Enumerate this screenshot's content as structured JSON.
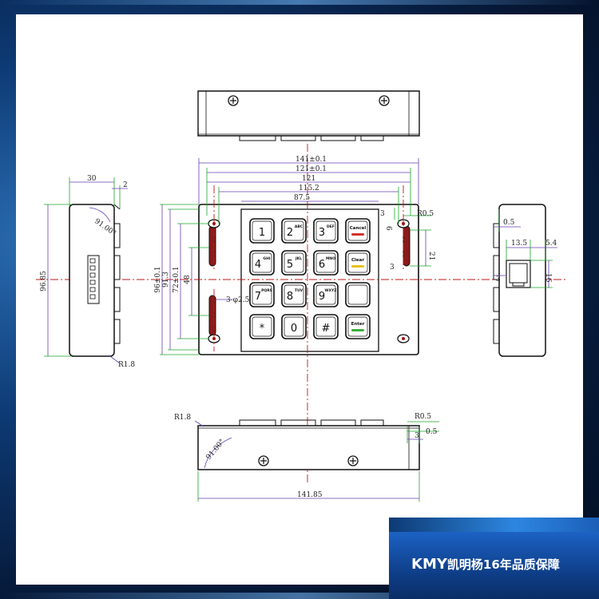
{
  "dims": {
    "d141": "141±0.1",
    "d121": "121±0.1",
    "d121b": "121",
    "d115": "115.2",
    "d87": "87.5",
    "d96": "96±0.1",
    "d91": "91.3",
    "d72": "72±0.1",
    "d48": "48",
    "d30": "30",
    "d2": "2",
    "d9685": "96.85",
    "dR18a": "R1.8",
    "dR18b": "R1.8",
    "dR05a": "R0.5",
    "dR05b": "R0.5",
    "d3": "3",
    "d3b": "3",
    "d21": "21",
    "d6": "6",
    "d3phi": "3-φ2.5",
    "d05": "0.5",
    "d135": "13.5",
    "d54": "5.4",
    "d16": "16",
    "d3c": "3",
    "d14185": "141.85",
    "d05b": "0.5",
    "d3d": "3",
    "dang1": "91.00°",
    "dang2": "91.00°"
  },
  "keys": [
    {
      "main": "1",
      "sub": "",
      "bar": ""
    },
    {
      "main": "2",
      "sub": "ABC",
      "bar": ""
    },
    {
      "main": "3",
      "sub": "DEF",
      "bar": ""
    },
    {
      "main": "",
      "sub": "Cancel",
      "bar": "#d0342c"
    },
    {
      "main": "4",
      "sub": "GHI",
      "bar": ""
    },
    {
      "main": "5",
      "sub": "JKL",
      "bar": ""
    },
    {
      "main": "6",
      "sub": "MNO",
      "bar": ""
    },
    {
      "main": "",
      "sub": "Clear",
      "bar": "#e8c20e"
    },
    {
      "main": "7",
      "sub": "PQRS",
      "bar": ""
    },
    {
      "main": "8",
      "sub": "TUV",
      "bar": ""
    },
    {
      "main": "9",
      "sub": "WXYZ",
      "bar": ""
    },
    {
      "main": "",
      "sub": "",
      "bar": ""
    },
    {
      "main": "*",
      "sub": "",
      "bar": ""
    },
    {
      "main": "0",
      "sub": "",
      "bar": ""
    },
    {
      "main": "#",
      "sub": "",
      "bar": ""
    },
    {
      "main": "",
      "sub": "Enter",
      "bar": "#3cae3a"
    }
  ],
  "banner": {
    "brand": "KMY",
    "slogan": "凯明杨16年品质保障"
  }
}
